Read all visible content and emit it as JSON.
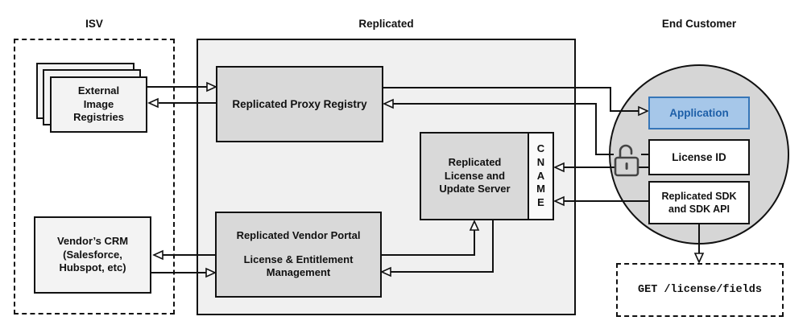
{
  "titles": {
    "isv": "ISV",
    "replicated": "Replicated",
    "end_customer": "End Customer"
  },
  "nodes": {
    "external_registries": "External\nImage\nRegistries",
    "vendor_crm": "Vendor’s CRM\n(Salesforce,\nHubspot, etc)",
    "proxy_registry": "Replicated Proxy Registry",
    "vendor_portal_title": "Replicated Vendor Portal",
    "vendor_portal_subtitle": "License & Entitlement\nManagement",
    "license_update_server": "Replicated\nLicense and\nUpdate Server",
    "cname_letters": [
      "C",
      "N",
      "A",
      "M",
      "E"
    ],
    "application": "Application",
    "license_id": "License ID",
    "sdk": "Replicated SDK\nand SDK API",
    "get_endpoint": "GET /license/fields"
  },
  "icons": {
    "lock": "open-padlock"
  },
  "colors": {
    "line": "#111111",
    "replicated_container_fill": "#f0f0f0",
    "inner_box_gray": "#d9d9d9",
    "light_box": "#f3f3f3",
    "circle_gray": "#d6d6d6",
    "application_fill": "#a6c7e9",
    "application_border": "#3676b8",
    "application_text": "#1d5fa8"
  }
}
